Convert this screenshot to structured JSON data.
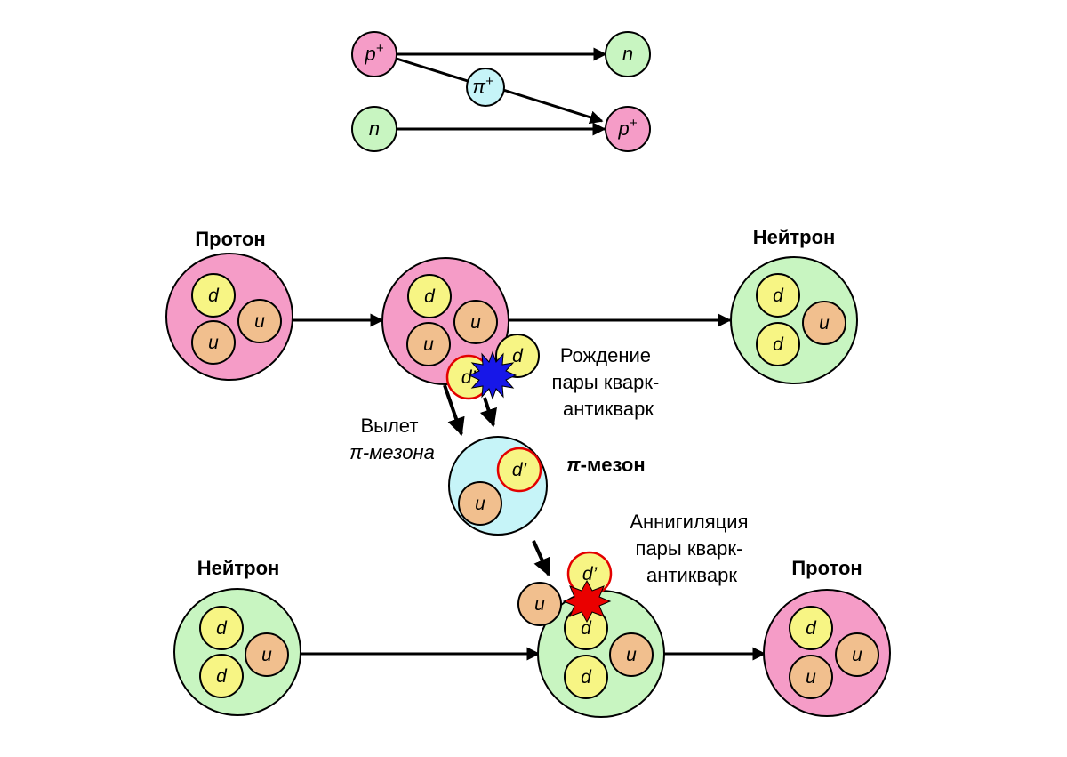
{
  "colors": {
    "proton_fill": "#f59cc7",
    "neutron_fill": "#c8f5c1",
    "pion_fill": "#c6f4f8",
    "d_quark_fill": "#f7f584",
    "u_quark_fill": "#f1bf8e",
    "antiquark_ring": "#e30000",
    "creation_star": "#1717e8",
    "annihilation_star": "#ea0000"
  },
  "top_diagram": {
    "proton_in": {
      "symbol": "p",
      "sup": "+"
    },
    "neutron_out": {
      "symbol": "n"
    },
    "pion": {
      "symbol": "π",
      "sup": "+"
    },
    "neutron_in": {
      "symbol": "n"
    },
    "proton_out": {
      "symbol": "p",
      "sup": "+"
    }
  },
  "labels": {
    "proton_1": "Протон",
    "neutron_1": "Нейтрон",
    "neutron_2": "Нейтрон",
    "proton_2": "Протон",
    "creation": [
      "Рождение",
      "пары кварк-",
      "антикварк"
    ],
    "emission": [
      "Вылет",
      "π-мезона"
    ],
    "pion_title_symbol": "π",
    "pion_title": "-мезон",
    "annihilation": [
      "Аннигиляция",
      "пары кварк-",
      "антикварк"
    ]
  },
  "quarks": {
    "d": "d",
    "u": "u",
    "anti_d": "d’"
  }
}
